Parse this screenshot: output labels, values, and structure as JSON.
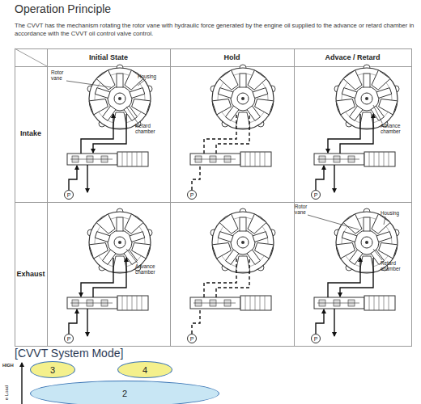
{
  "diagram": {
    "title": "Operation Principle",
    "nodes": [
      {
        "text": [
          "P"
        ]
      },
      {
        "text": [
          "P"
        ]
      },
      {
        "text": [
          "P"
        ]
      },
      {
        "text": [
          "P"
        ]
      },
      {
        "text": [
          "P"
        ]
      },
      {
        "text": [
          "P"
        ]
      },
      {
        "text": [
          "3"
        ]
      },
      {
        "text": [
          "4"
        ]
      },
      {
        "text": [
          "2"
        ]
      }
    ],
    "labels": [
      "The CVVT has the mechanism rotating the rotor vane with hydraulic force generated by the engine oil supplied to the advance or retard chamber in accordance with the CVVT oil control valve control.",
      "Initial State",
      "Hold",
      "Advace / Retard",
      "Intake",
      "Exhaust",
      "Rotor vane",
      "Housing",
      "Retard chamber",
      "Advance chamber",
      "Advance chamber",
      "Rotor vane",
      "Housing",
      "Retard chamber",
      "[CVVT System Mode]",
      "HIGH",
      "e Load"
    ]
  }
}
